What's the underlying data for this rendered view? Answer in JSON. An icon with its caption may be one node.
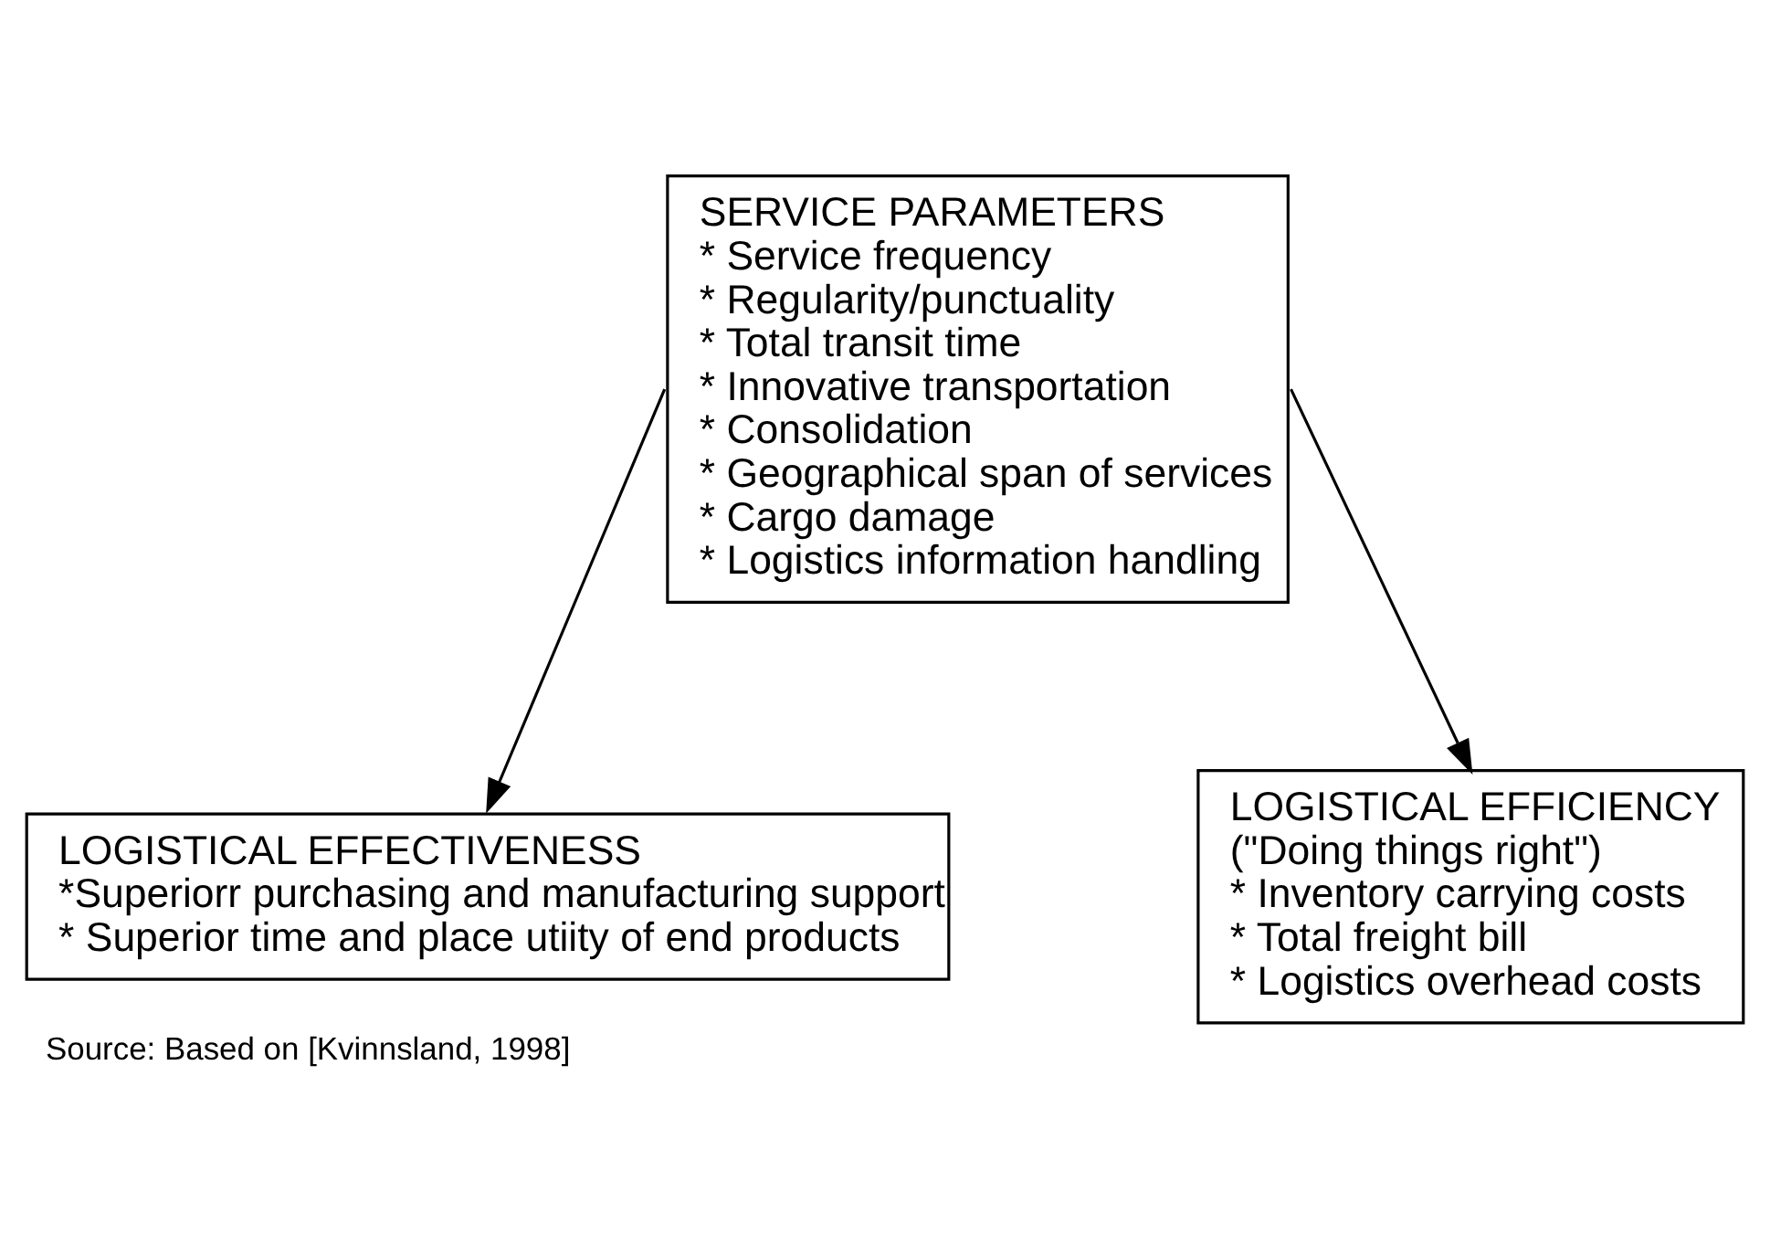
{
  "diagram": {
    "caption": "Source: Based on [Kvinnsland, 1998]",
    "nodes": [
      {
        "text": [
          "SERVICE PARAMETERS",
          "* Service frequency",
          "* Regularity/punctuality",
          "* Total transit time",
          "* Innovative transportation",
          "* Consolidation",
          "* Geographical span of services",
          "* Cargo damage",
          "* Logistics information handling"
        ]
      },
      {
        "text": [
          "LOGISTICAL EFFECTIVENESS",
          "*Superiorr purchasing and manufacturing support",
          "* Superior time and place utiity of end products"
        ]
      },
      {
        "text": [
          "LOGISTICAL EFFICIENCY",
          "(\"Doing things right\")",
          "* Inventory carrying costs",
          "* Total freight bill",
          "* Logistics overhead costs"
        ]
      }
    ],
    "edges": [
      {
        "from": 0,
        "to": 1,
        "arrow": "to"
      },
      {
        "from": 0,
        "to": 2,
        "arrow": "to"
      }
    ]
  }
}
